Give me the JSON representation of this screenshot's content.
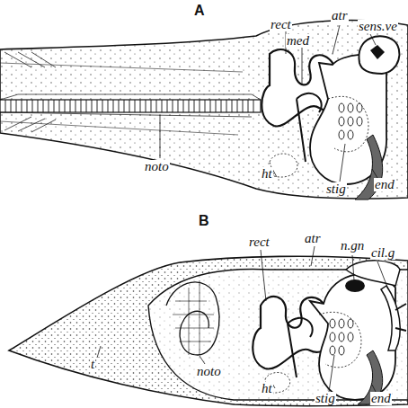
{
  "diagram": {
    "labels": [
      "A",
      "rect",
      "med",
      "atr",
      "sens.ve",
      "noto",
      "ht",
      "stig",
      "end",
      "B",
      "rect",
      "atr",
      "n.gn",
      "cil.g",
      "noto",
      "t",
      "ht",
      "stig",
      "end"
    ]
  }
}
